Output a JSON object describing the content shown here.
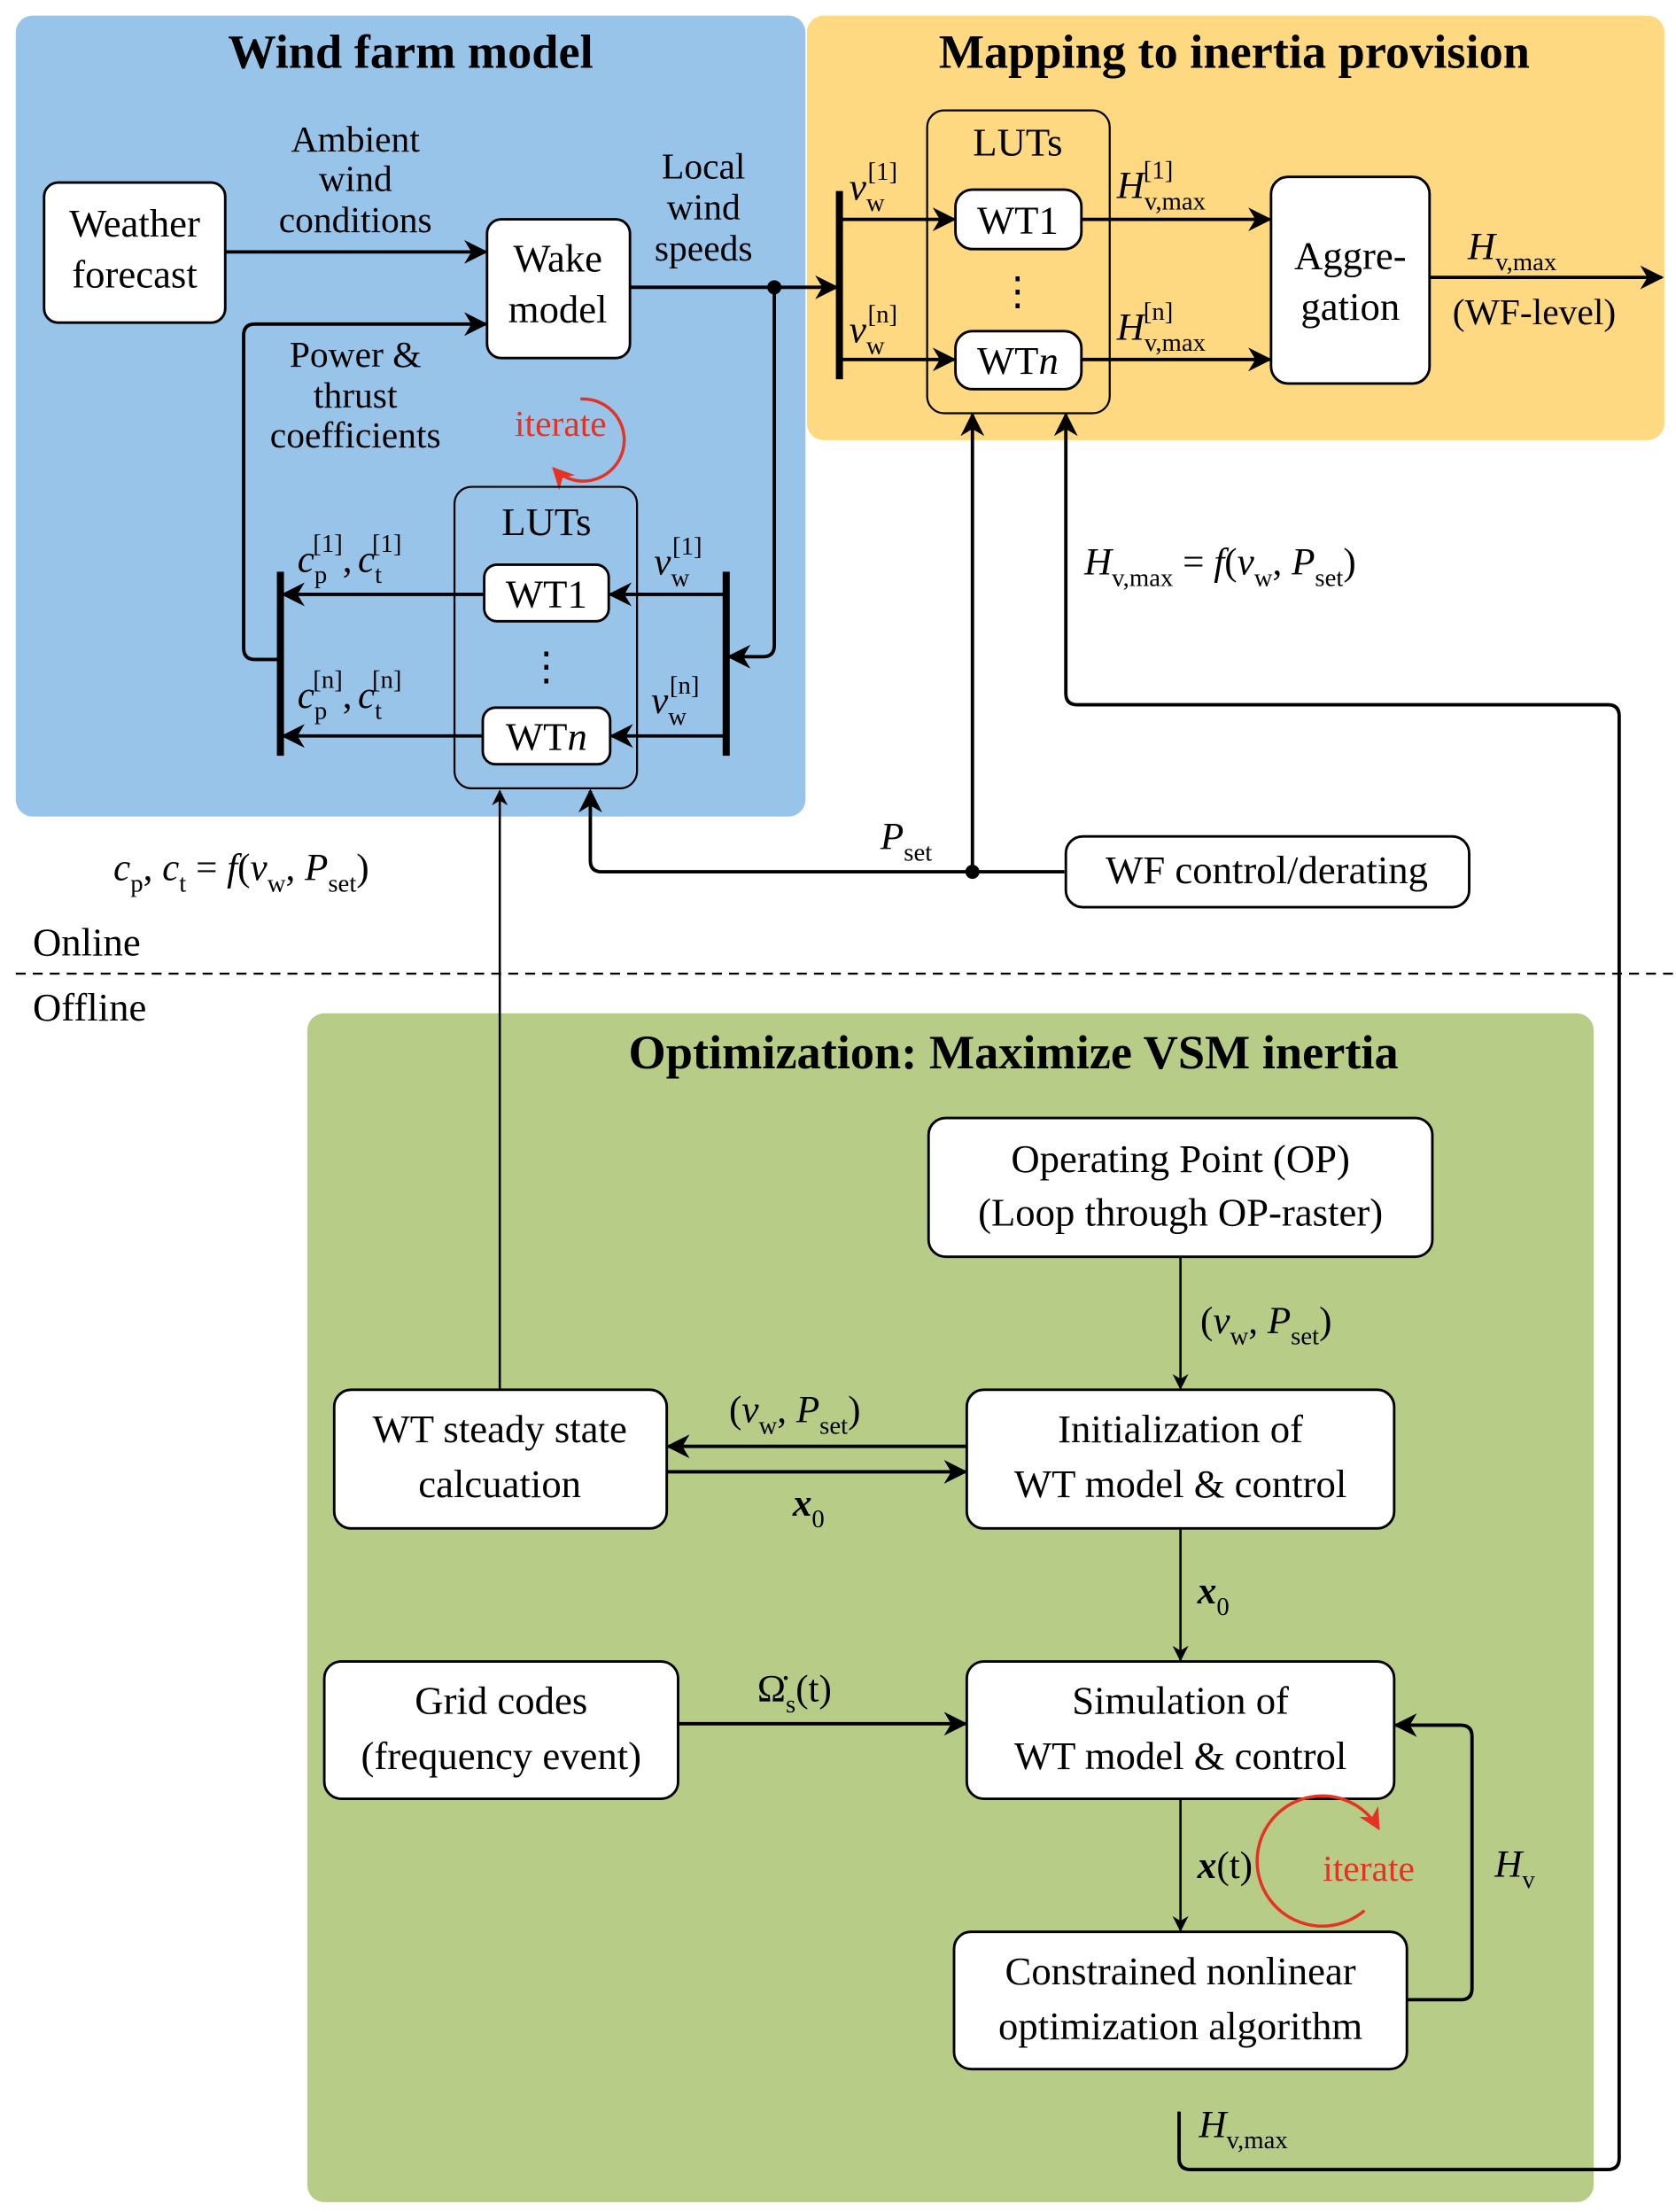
{
  "colors": {
    "wind_farm_panel": "#98c4ea",
    "mapping_panel": "#fed982",
    "optimization_panel": "#b7cd87",
    "iterate": "#e53222"
  },
  "wind_farm": {
    "title": "Wind farm model",
    "weather_box": [
      "Weather",
      "forecast"
    ],
    "ambient_label": [
      "Ambient",
      "wind",
      "conditions"
    ],
    "wake_box": [
      "Wake",
      "model"
    ],
    "local_label": [
      "Local",
      "wind",
      "speeds"
    ],
    "coeff_label": [
      "Power &",
      "thrust",
      "coefficients"
    ],
    "iterate_label": "iterate",
    "luts_title": "LUTs",
    "wt1": "WT1",
    "wtn_prefix": "WT",
    "wtn_suffix": "n",
    "dots": "⋮",
    "cp_sym": "c",
    "cp_sub": "p",
    "ct_sym": "c",
    "ct_sub": "t",
    "idx1": "[1]",
    "idxn": "[n]",
    "comma": ",",
    "vw_sym": "v",
    "vw_sub": "w"
  },
  "mapping": {
    "title": "Mapping to inertia provision",
    "luts_title": "LUTs",
    "wt1": "WT1",
    "wtn_prefix": "WT",
    "wtn_suffix": "n",
    "dots": "⋮",
    "h_sym": "H",
    "h_sub": "v,max",
    "idx1": "[1]",
    "idxn": "[n]",
    "vw_sym": "v",
    "vw_sub": "w",
    "aggregation_box": [
      "Aggre-",
      "gation"
    ],
    "out_sym": "H",
    "out_sub": "v,max",
    "out_note": "(WF-level)"
  },
  "middle": {
    "cpct_eq": {
      "lhs1": "c",
      "lhs1_sub": "p",
      "sep": ", ",
      "lhs2": "c",
      "lhs2_sub": "t",
      "eq": " = ",
      "f": "f",
      "open": "(",
      "v": "v",
      "v_sub": "w",
      "comma": ", ",
      "p": "P",
      "p_sub": "set",
      "close": ")"
    },
    "hmax_eq": {
      "h": "H",
      "h_sub": "v,max",
      "eq": " = ",
      "f": "f",
      "open": "(",
      "v": "v",
      "v_sub": "w",
      "comma": ", ",
      "p": "P",
      "p_sub": "set",
      "close": ")"
    },
    "pset_label": {
      "sym": "P",
      "sub": "set"
    },
    "wf_control_box": "WF control/derating",
    "online": "Online",
    "offline": "Offline"
  },
  "optimization": {
    "title": "Optimization: Maximize VSM inertia",
    "op_box": [
      "Operating Point (OP)",
      "(Loop through OP-raster)"
    ],
    "op_arrow_label": {
      "open": "(",
      "v": "v",
      "v_sub": "w",
      "comma": ", ",
      "p": "P",
      "p_sub": "set",
      "close": ")"
    },
    "steady_box": [
      "WT steady state",
      "calcuation"
    ],
    "init_box": [
      "Initialization of",
      "WT model & control"
    ],
    "to_steady_label": {
      "open": "(",
      "v": "v",
      "v_sub": "w",
      "comma": ", ",
      "p": "P",
      "p_sub": "set",
      "close": ")"
    },
    "x0_label": {
      "sym": "x",
      "sub": "0"
    },
    "x0_down_label": {
      "sym": "x",
      "sub": "0"
    },
    "grid_box": [
      "Grid codes",
      "(frequency event)"
    ],
    "omega_label": {
      "sym": "Ω̇",
      "sub": "s",
      "arg": "(t)"
    },
    "sim_box": [
      "Simulation of",
      "WT model & control"
    ],
    "xt_label": {
      "sym": "x",
      "arg": "(t)"
    },
    "iterate_label": "iterate",
    "hv_label": {
      "sym": "H",
      "sub": "v"
    },
    "opt_box": [
      "Constrained nonlinear",
      "optimization algorithm"
    ],
    "hmax_label": {
      "sym": "H",
      "sub": "v,max"
    }
  }
}
